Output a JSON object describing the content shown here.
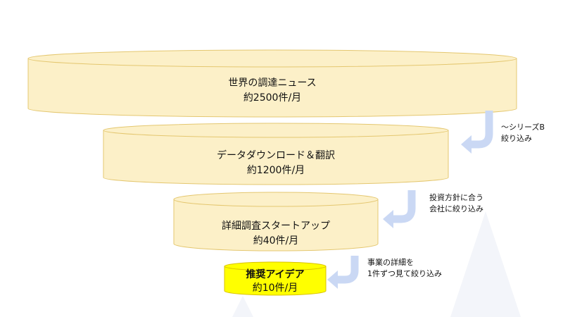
{
  "colors": {
    "disc_fill": "#fcf0c8",
    "disc_stroke": "#e4c770",
    "highlight_fill": "#ffff00",
    "highlight_stroke": "#d9c200",
    "arrow": "#cad8f4",
    "background_shape": "#f3f5fa"
  },
  "stages": [
    {
      "title": "世界の調達ニュース",
      "subtitle": "約2500件/月"
    },
    {
      "title": "データダウンロード＆翻訳",
      "subtitle": "約1200件/月"
    },
    {
      "title": "詳細調査スタートアップ",
      "subtitle": "約40件/月"
    },
    {
      "title": "推奨アイデア",
      "subtitle": "約10件/月"
    }
  ],
  "filters": [
    {
      "line1": "～シリーズB",
      "line2": "絞り込み"
    },
    {
      "line1": "投資方針に合う",
      "line2": "会社に絞り込み"
    },
    {
      "line1": "事業の詳細を",
      "line2": "1件ずつ見て絞り込み"
    }
  ]
}
